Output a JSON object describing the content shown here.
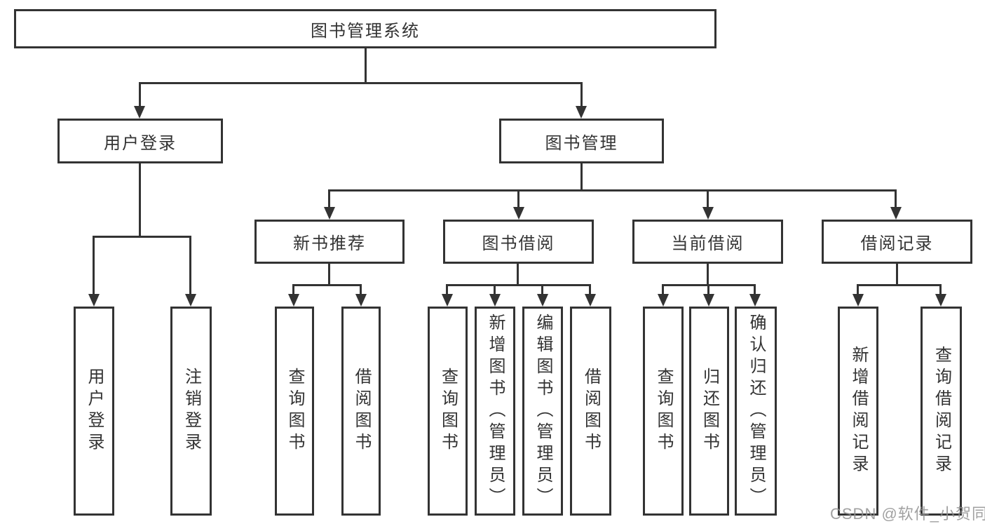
{
  "nodes": {
    "root": {
      "label": "图书管理系统"
    },
    "l2": [
      {
        "label": "用户登录"
      },
      {
        "label": "图书管理"
      }
    ],
    "l3": [
      {
        "label": "新书推荐",
        "parent": "图书管理"
      },
      {
        "label": "图书借阅",
        "parent": "图书管理"
      },
      {
        "label": "当前借阅",
        "parent": "图书管理"
      },
      {
        "label": "借阅记录",
        "parent": "图书管理"
      }
    ],
    "l4": [
      {
        "label": "用户登录",
        "parent": "用户登录"
      },
      {
        "label": "注销登录",
        "parent": "用户登录"
      },
      {
        "label": "查询图书",
        "parent": "新书推荐"
      },
      {
        "label": "借阅图书",
        "parent": "新书推荐"
      },
      {
        "label": "查询图书",
        "parent": "图书借阅"
      },
      {
        "label": "新增图书（管理员）",
        "parent": "图书借阅"
      },
      {
        "label": "编辑图书（管理员）",
        "parent": "图书借阅"
      },
      {
        "label": "借阅图书",
        "parent": "图书借阅"
      },
      {
        "label": "查询图书",
        "parent": "当前借阅"
      },
      {
        "label": "归还图书",
        "parent": "当前借阅"
      },
      {
        "label": "确认归还（管理员）",
        "parent": "当前借阅"
      },
      {
        "label": "新增借阅记录",
        "parent": "借阅记录"
      },
      {
        "label": "查询借阅记录",
        "parent": "借阅记录"
      }
    ]
  },
  "watermark": {
    "text": "CSDN @软件_小贺同学"
  },
  "colors": {
    "line": "#333333",
    "text": "#333333",
    "box_fill": "#ffffff",
    "background": "#ffffff",
    "watermark": "#919191"
  }
}
